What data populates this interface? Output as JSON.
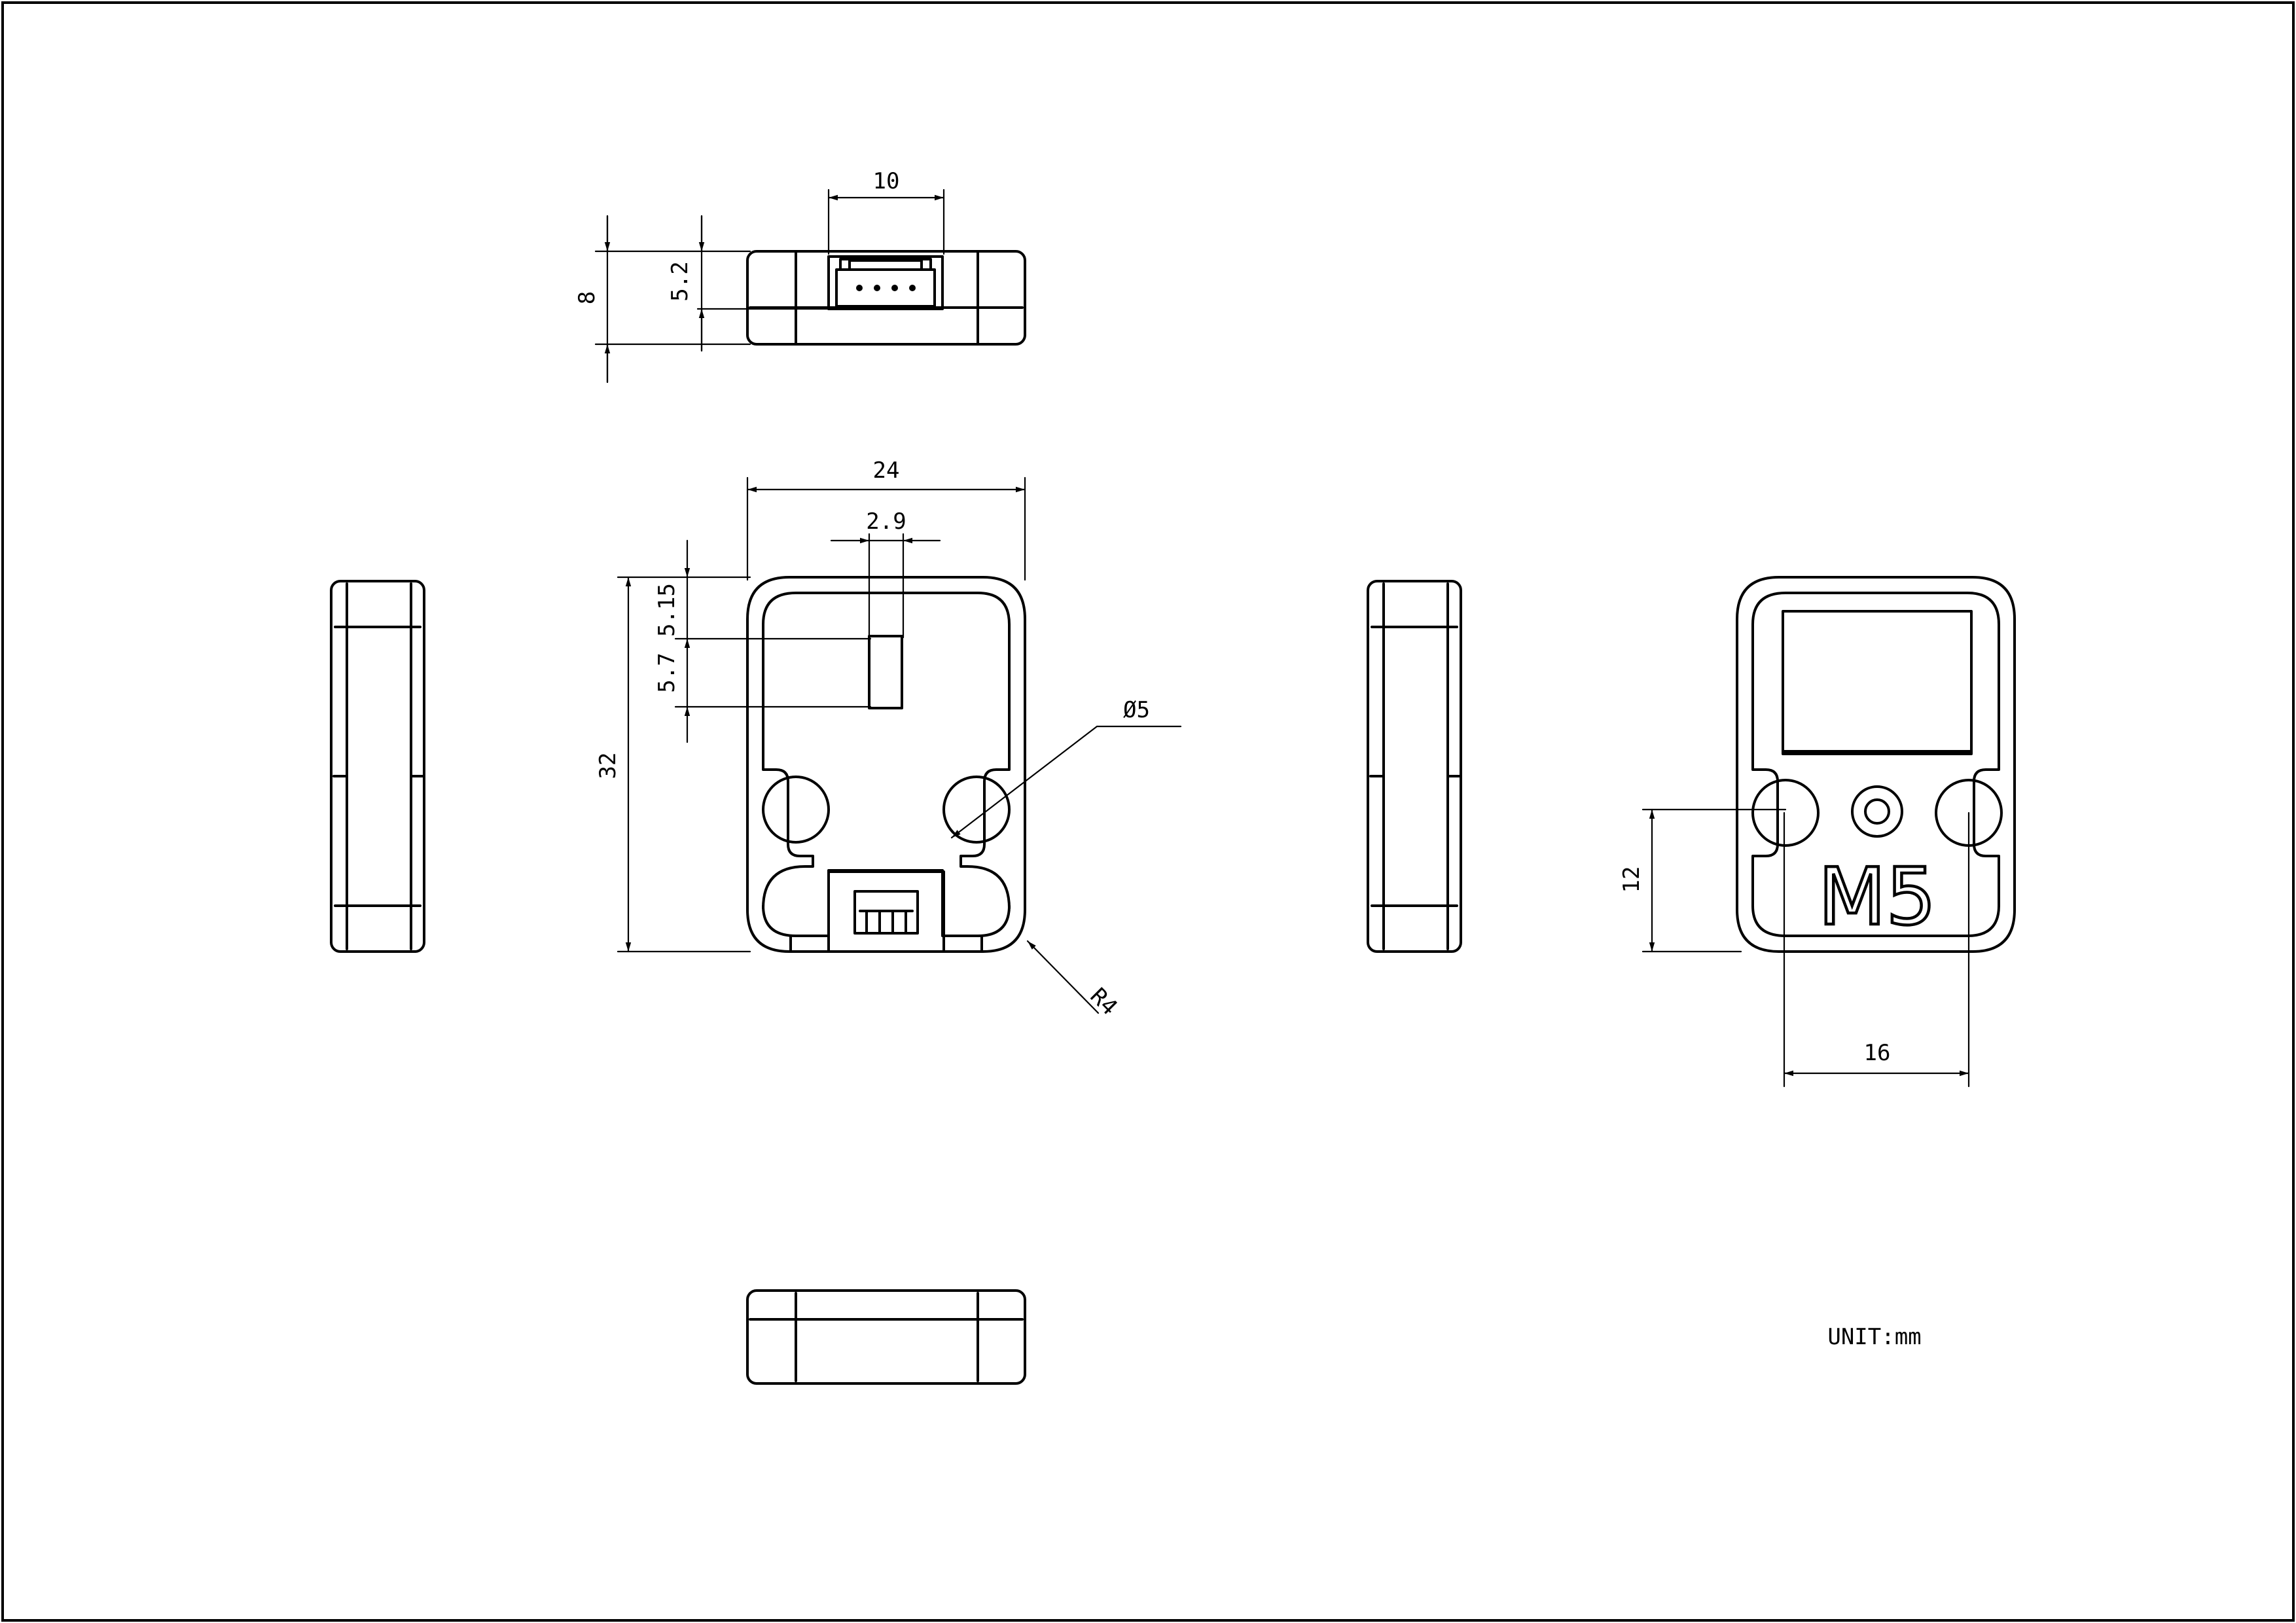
{
  "drawing": {
    "unit_label": "UNIT:mm",
    "logo_text": "M5",
    "dimensions": {
      "top_width": "10",
      "top_height_total": "8",
      "top_height_port": "5.2",
      "back_width": "24",
      "back_slot_width": "2.9",
      "back_height": "32",
      "back_gap_top": "5.15",
      "back_gap_slot": "5.7",
      "hole_diameter": "Ø5",
      "corner_radius": "R4",
      "front_hole_offset": "12",
      "front_hole_spacing": "16"
    }
  }
}
